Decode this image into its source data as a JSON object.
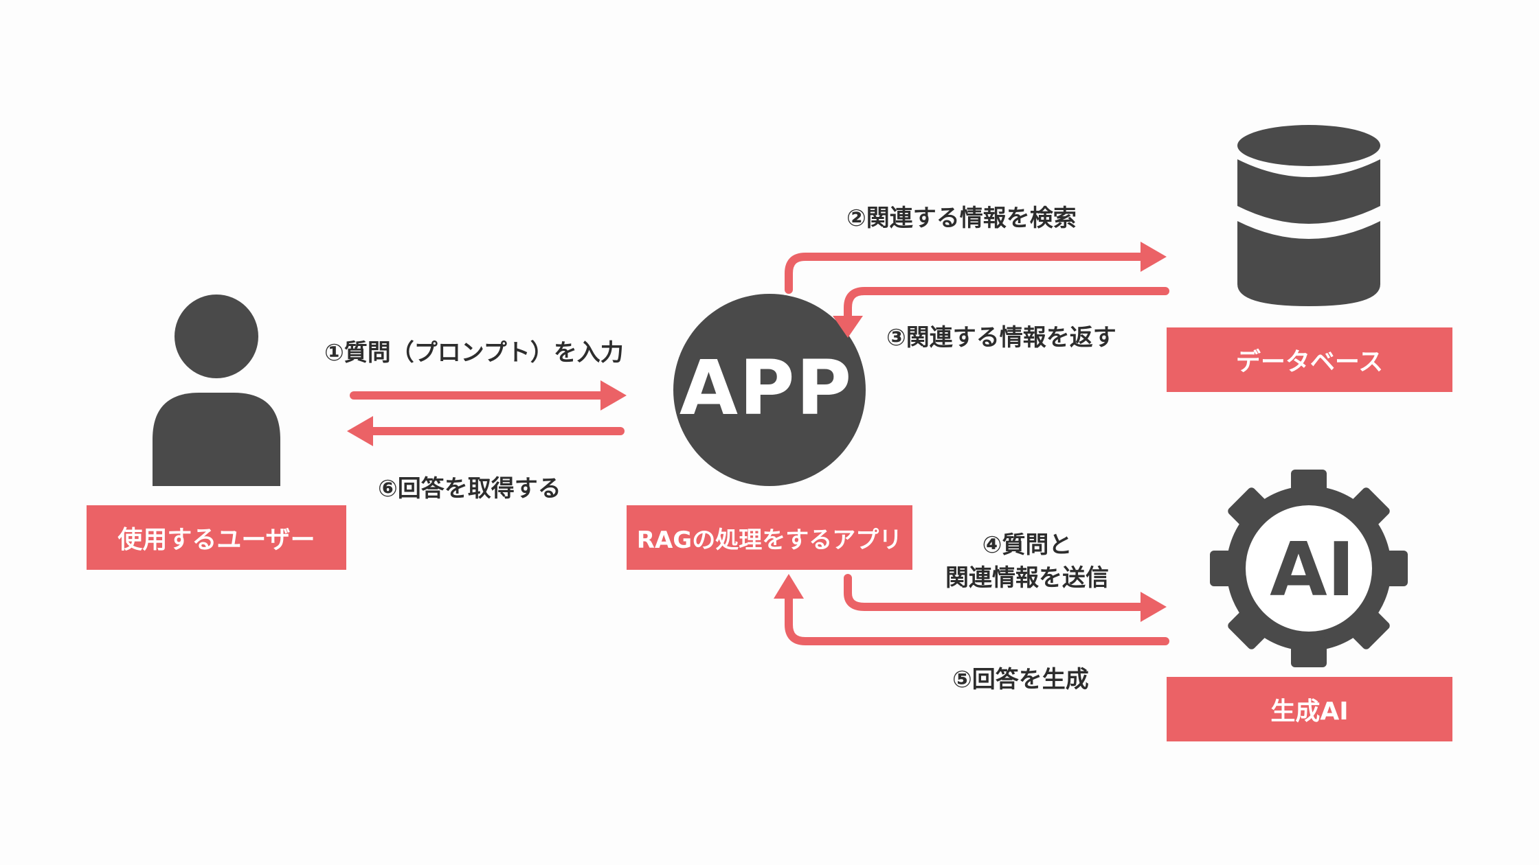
{
  "colors": {
    "accent": "#eb6266",
    "icon": "#4a4a4a",
    "background": "#fdfdfd"
  },
  "nodes": {
    "user": {
      "label": "使用するユーザー",
      "icon": "person-icon"
    },
    "app": {
      "label": "RAGの処理をするアプリ",
      "icon_text": "APP"
    },
    "database": {
      "label": "データベース",
      "icon": "database-icon"
    },
    "ai": {
      "label": "生成AI",
      "icon_text": "AI",
      "icon": "gear-icon"
    }
  },
  "steps": {
    "s1": "①質問（プロンプト）を入力",
    "s2": "②関連する情報を検索",
    "s3": "③関連する情報を返す",
    "s4_line1": "④質問と",
    "s4_line2": "関連情報を送信",
    "s5": "⑤回答を生成",
    "s6": "⑥回答を取得する"
  }
}
